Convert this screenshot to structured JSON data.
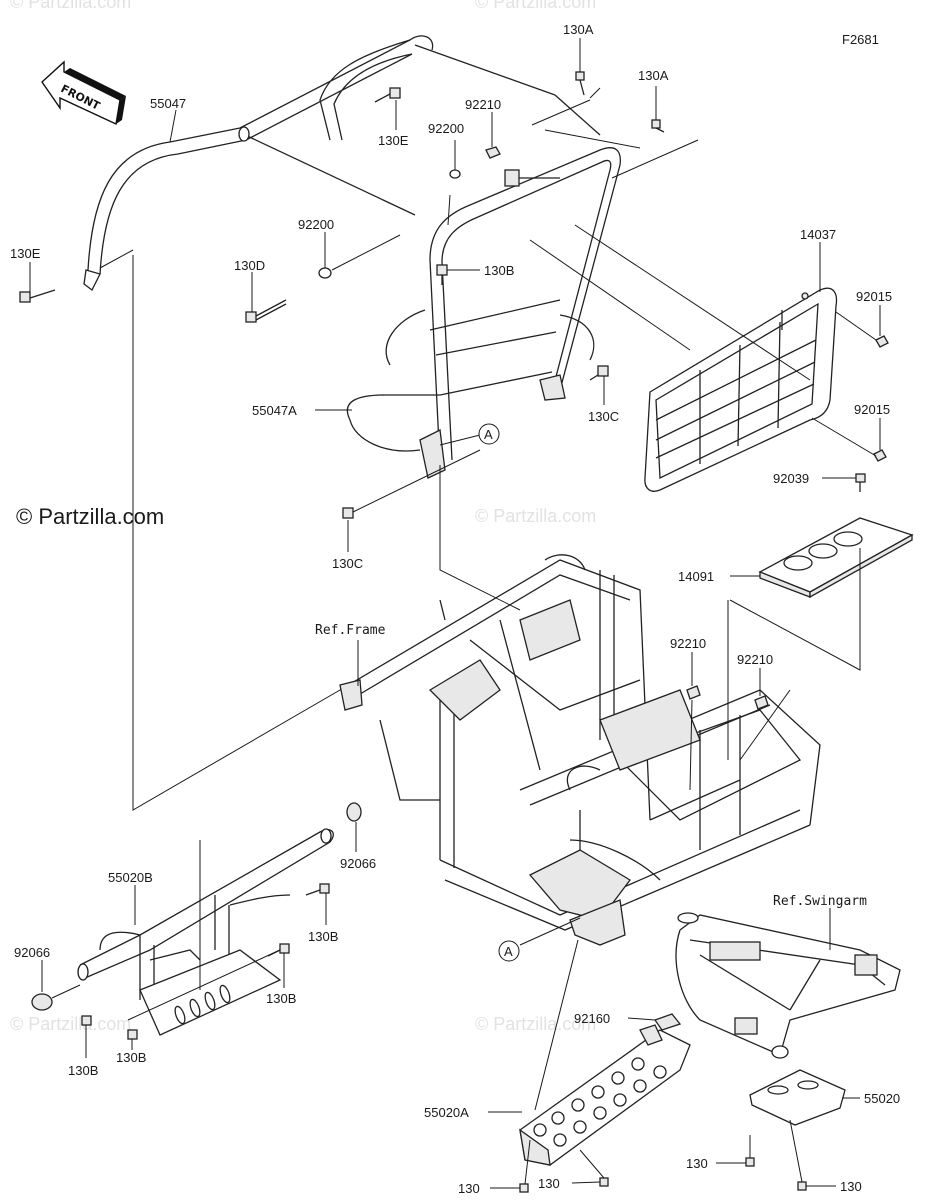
{
  "figure_code": "F2681",
  "brand_notice": "© Partzilla.com",
  "watermark_text": "© Partzilla.com",
  "front_label": "FRONT",
  "refs": {
    "frame": "Ref.Frame",
    "swingarm": "Ref.Swingarm"
  },
  "callout_a": "A",
  "part_labels": [
    "130A",
    "130A",
    "55047",
    "92210",
    "92200",
    "130E",
    "130E",
    "92200",
    "130D",
    "130B",
    "14037",
    "92015",
    "92015",
    "55047A",
    "130C",
    "130C",
    "92039",
    "14091",
    "92210",
    "92210",
    "92066",
    "92066",
    "55020B",
    "130B",
    "130B",
    "130B",
    "130B",
    "92160",
    "55020A",
    "55020",
    "130",
    "130",
    "130",
    "130"
  ]
}
